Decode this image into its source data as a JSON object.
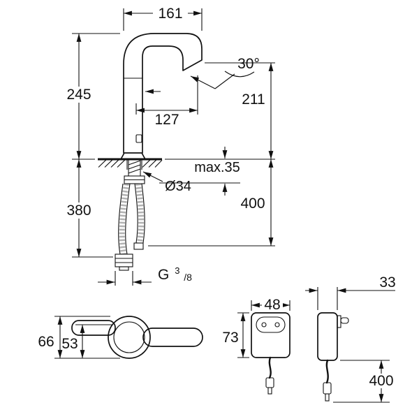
{
  "drawing": {
    "faucet": {
      "top_width": "161",
      "spout_angle": "30°",
      "total_height": "245",
      "outlet_height": "211",
      "spout_reach": "127",
      "max_deck_thickness": "max.35",
      "hole_diameter": "Ø34",
      "left_lower_length": "380",
      "right_lower_length": "400",
      "thread_g": "G",
      "thread_numerator": "3",
      "thread_denominator": "/8"
    },
    "handle_top_view": {
      "overall": "66",
      "partial": "53"
    },
    "power_adapter": {
      "front_width": "48",
      "front_height": "73",
      "side_depth": "33",
      "cable_length": "400"
    }
  }
}
